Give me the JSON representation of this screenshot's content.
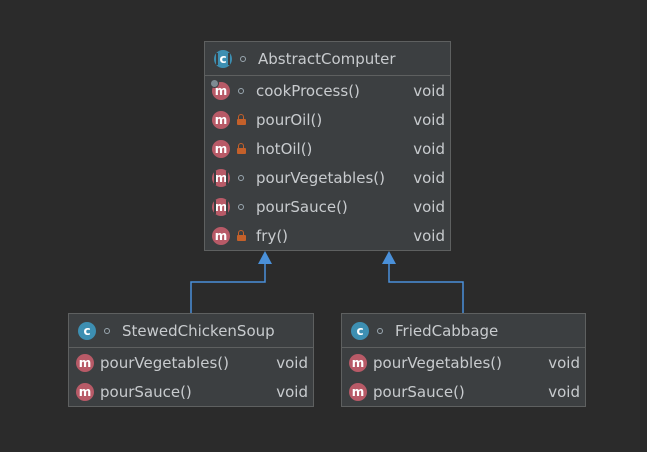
{
  "classes": {
    "abstract_computer": {
      "name": "AbstractComputer",
      "kind": "abstract-class",
      "methods": [
        {
          "name": "cookProcess()",
          "type": "void",
          "visibility": "public",
          "abstract": false,
          "overrides": true
        },
        {
          "name": "pourOil()",
          "type": "void",
          "visibility": "private",
          "abstract": false
        },
        {
          "name": "hotOil()",
          "type": "void",
          "visibility": "private",
          "abstract": false
        },
        {
          "name": "pourVegetables()",
          "type": "void",
          "visibility": "public",
          "abstract": true
        },
        {
          "name": "pourSauce()",
          "type": "void",
          "visibility": "public",
          "abstract": true
        },
        {
          "name": "fry()",
          "type": "void",
          "visibility": "private",
          "abstract": false
        }
      ]
    },
    "stewed_chicken_soup": {
      "name": "StewedChickenSoup",
      "kind": "class",
      "methods": [
        {
          "name": "pourVegetables()",
          "type": "void"
        },
        {
          "name": "pourSauce()",
          "type": "void"
        }
      ]
    },
    "fried_cabbage": {
      "name": "FriedCabbage",
      "kind": "class",
      "methods": [
        {
          "name": "pourVegetables()",
          "type": "void"
        },
        {
          "name": "pourSauce()",
          "type": "void"
        }
      ]
    }
  },
  "badges": {
    "class": "c",
    "method": "m"
  },
  "relations": [
    {
      "from": "StewedChickenSoup",
      "to": "AbstractComputer",
      "kind": "inheritance"
    },
    {
      "from": "FriedCabbage",
      "to": "AbstractComputer",
      "kind": "inheritance"
    }
  ],
  "colors": {
    "background": "#2b2b2b",
    "box": "#3c3f41",
    "class_badge": "#3d8fb2",
    "method_badge": "#b85a67",
    "lock": "#c4602a",
    "edge": "#4a90d9"
  }
}
